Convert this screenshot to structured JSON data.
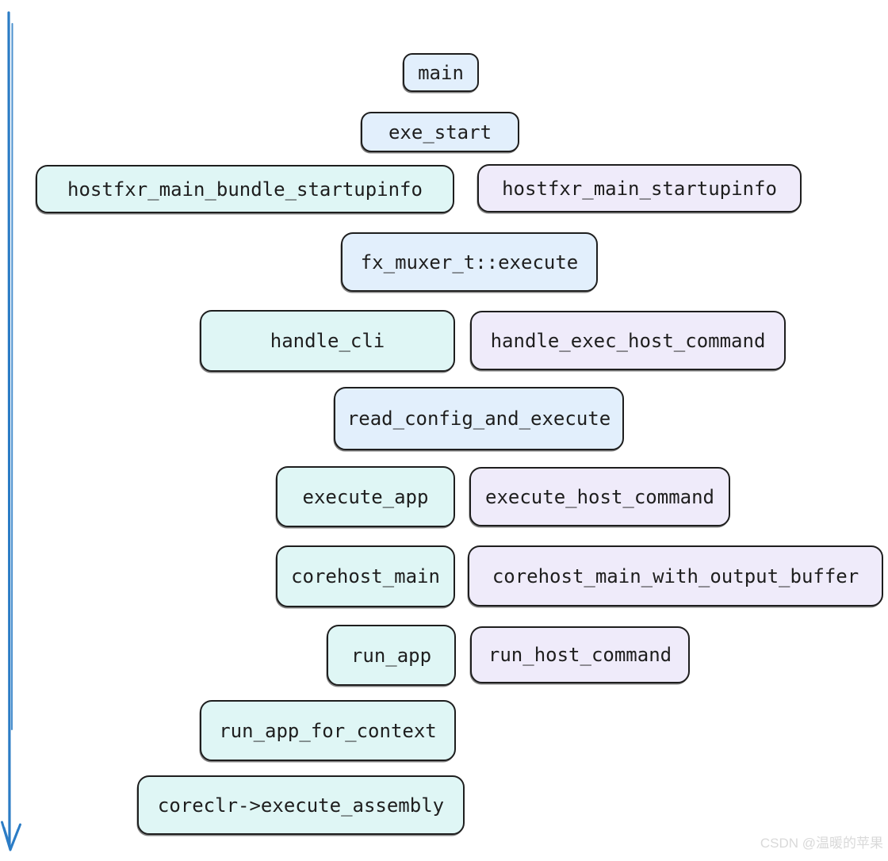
{
  "palette": {
    "blue": "#e2effc",
    "cyan": "#dff6f5",
    "purple": "#efebfa",
    "border": "#1e1e1e",
    "arrow": "#2b7cc5",
    "watermark": "#d9d9d9"
  },
  "watermark": {
    "text": "CSDN @温暖的苹果"
  },
  "arrow": {
    "direction": "down"
  },
  "nodes": [
    {
      "label": "main",
      "color": "blue"
    },
    {
      "label": "exe_start",
      "color": "blue"
    },
    {
      "label": "hostfxr_main_bundle_startupinfo",
      "color": "cyan"
    },
    {
      "label": "hostfxr_main_startupinfo",
      "color": "purple"
    },
    {
      "label": "fx_muxer_t::execute",
      "color": "blue"
    },
    {
      "label": "handle_cli",
      "color": "cyan"
    },
    {
      "label": "handle_exec_host_command",
      "color": "purple"
    },
    {
      "label": "read_config_and_execute",
      "color": "blue"
    },
    {
      "label": "execute_app",
      "color": "cyan"
    },
    {
      "label": "execute_host_command",
      "color": "purple"
    },
    {
      "label": "corehost_main",
      "color": "cyan"
    },
    {
      "label": "corehost_main_with_output_buffer",
      "color": "purple"
    },
    {
      "label": "run_app",
      "color": "cyan"
    },
    {
      "label": "run_host_command",
      "color": "purple"
    },
    {
      "label": "run_app_for_context",
      "color": "cyan"
    },
    {
      "label": "coreclr->execute_assembly",
      "color": "cyan"
    }
  ]
}
